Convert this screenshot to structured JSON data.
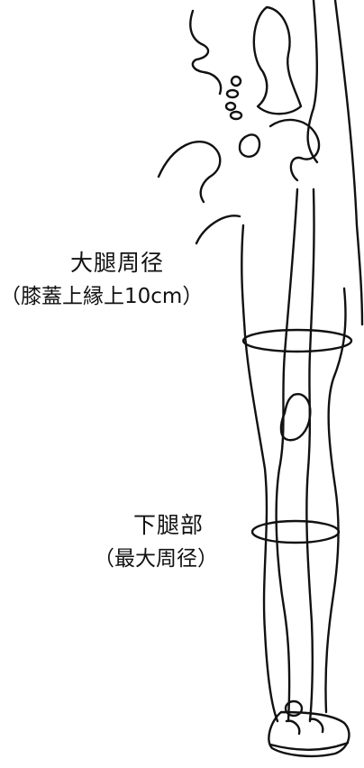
{
  "labels": {
    "thigh_title": "大腿周径",
    "thigh_sub": "（膝蓋上縁上10cm）",
    "calf_title": "下腿部",
    "calf_sub": "（最大周径）"
  },
  "colors": {
    "line": "#111111",
    "background": "#ffffff"
  }
}
